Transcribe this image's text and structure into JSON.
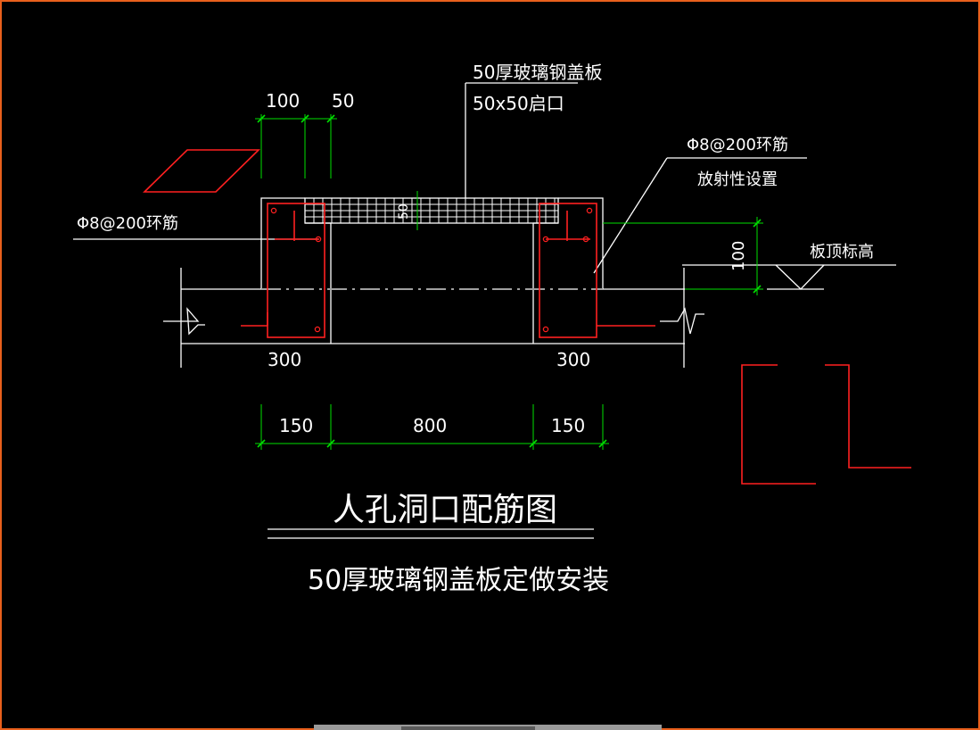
{
  "drawing": {
    "title": "人孔洞口配筋图",
    "subtitle": "50厚玻璃钢盖板定做安装",
    "callouts": {
      "cover_line1": "50厚玻璃钢盖板",
      "cover_line2": "50x50启口",
      "ring_right_line1": "Φ8@200环筋",
      "ring_right_line2": "放射性设置",
      "ring_left": "Φ8@200环筋",
      "slab_top": "板顶标高"
    },
    "dimensions": {
      "top_left": "100",
      "top_right": "50",
      "height_right": "100",
      "base_left": "300",
      "base_right": "300",
      "bottom_left": "150",
      "bottom_mid": "800",
      "bottom_right": "150",
      "cover_thickness": "50"
    }
  },
  "colors": {
    "frame": "#e8601c",
    "line": "#ffffff",
    "rebar": "#ff2020",
    "dimension": "#00e000",
    "cover": "#ffffff"
  }
}
